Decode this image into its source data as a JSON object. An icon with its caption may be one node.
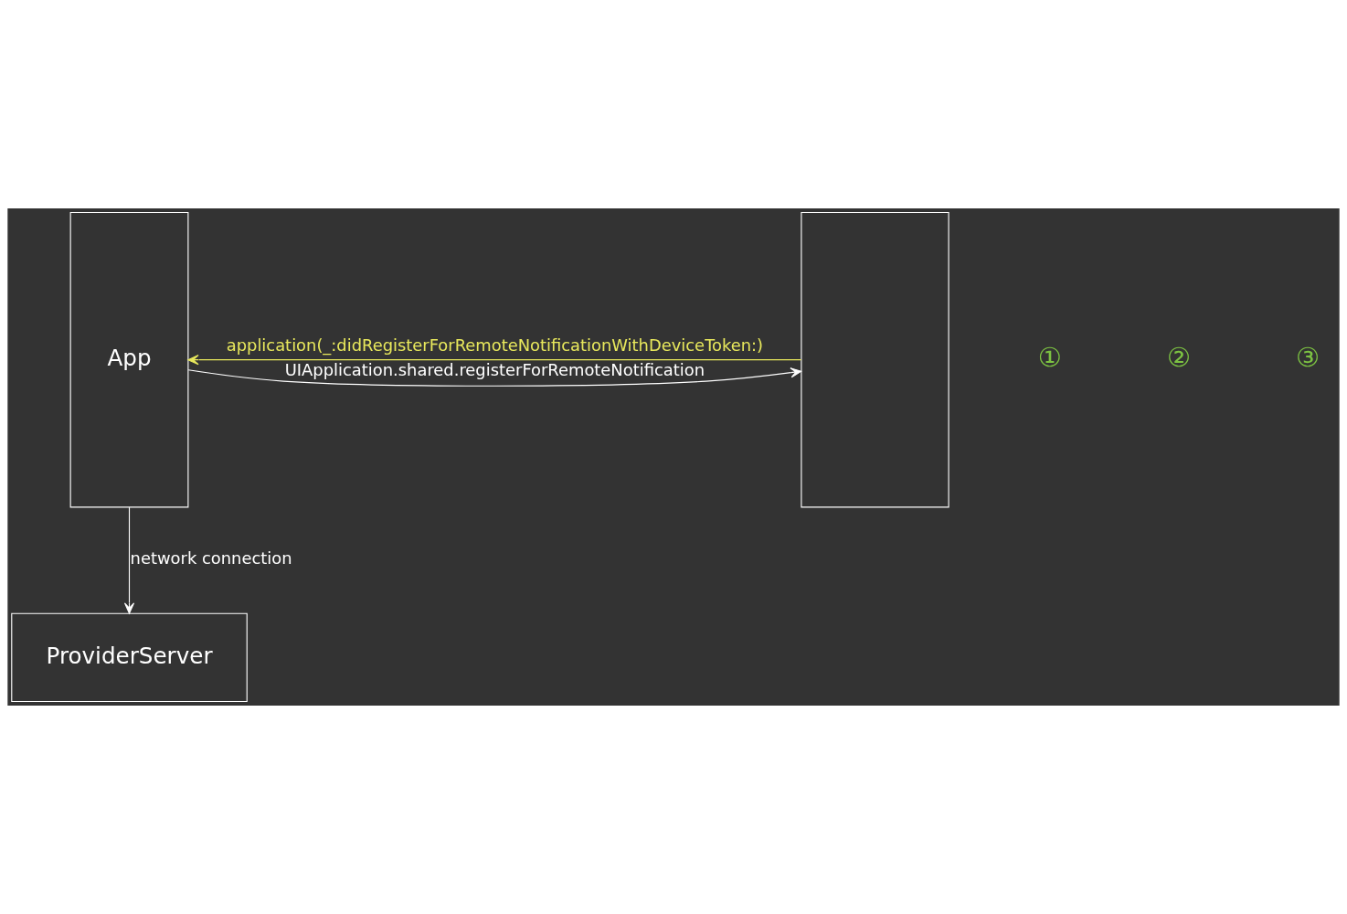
{
  "diagram": {
    "nodes": [
      {
        "text": [
          "App"
        ]
      },
      {
        "text": [],
        "shape": "box"
      },
      {
        "text": [
          "ProviderServer"
        ]
      }
    ],
    "edges": [
      {
        "from": 0,
        "to": 1,
        "arrow": "to",
        "label": "UIApplication.shared.registerForRemoteNotification"
      },
      {
        "from": 1,
        "to": 0,
        "arrow": "to",
        "label": "application(_:didRegisterForRemoteNotificationWithDeviceToken:)",
        "color": "#e8e85c"
      },
      {
        "from": 0,
        "to": 2,
        "arrow": "to",
        "label": "network connection"
      }
    ],
    "labels": [
      "①",
      "②",
      "③"
    ]
  }
}
